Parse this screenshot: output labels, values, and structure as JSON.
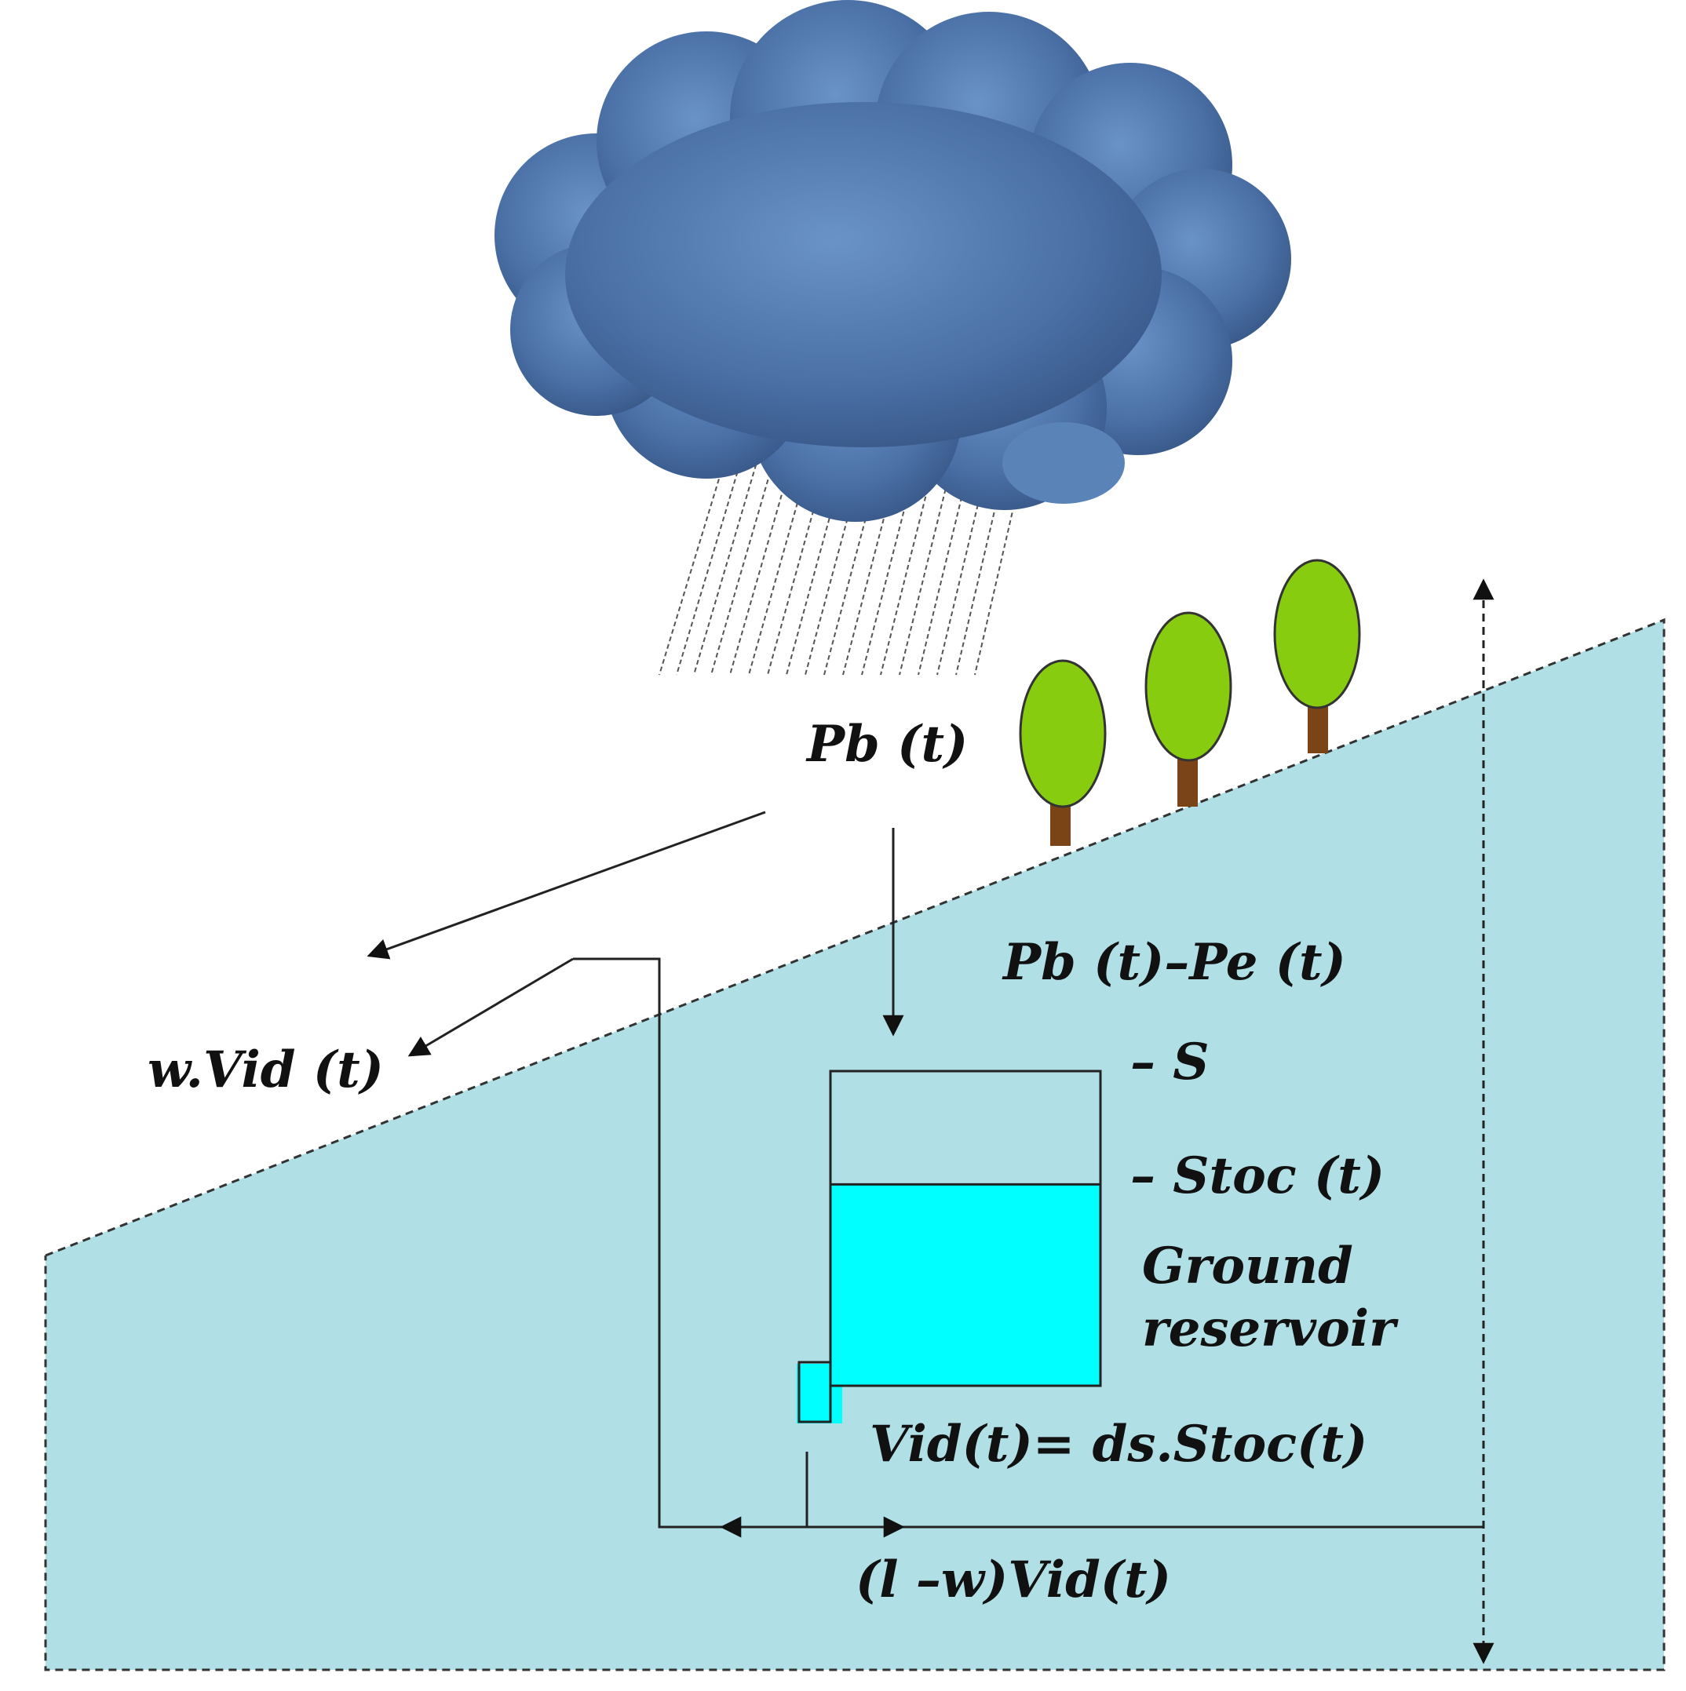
{
  "labels": {
    "pb": "Pb (t)",
    "pb_minus_pe": "Pb (t)–Pe (t)",
    "w_vid": "w.Vid (t)",
    "s": "–  S",
    "stoc": "–  Stoc (t)",
    "ground_line1": "Ground",
    "ground_line2": "reservoir",
    "vid_eq": "Vid(t)= ds.Stoc(t)",
    "one_minus_w": "(l –w)Vid(t)"
  },
  "reservoir": {
    "fill_level": 0.64
  },
  "colors": {
    "ground": "#b0e0e6",
    "water": "#00ffff",
    "cloud_dark": "#3b5c8f",
    "cloud_light": "#5d88bf",
    "tree_crown": "#88cc10",
    "tree_trunk": "#7a4416",
    "line": "#222222"
  }
}
